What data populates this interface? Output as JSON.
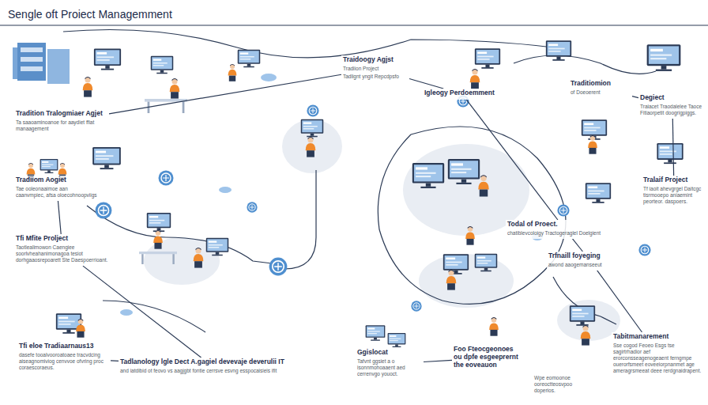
{
  "diagram": {
    "title": "Sengle oft Proiect Managemment",
    "nodes": [
      {
        "text": [
          "Tradition Tralogmiaer Agjet",
          "Ta saaoaminoanoe for aaydiet ffiat manaagement"
        ]
      },
      {
        "text": [
          "Tradiiom Aogiet",
          "Tae ooleonaaimoe aan caanvmpiec, afsa oloecohnoopviigs"
        ]
      },
      {
        "text": [
          "Tfi Mfite Prolject",
          "Taotlealimowon Caengiee soorlvheahanimonagoa tesiot dorhgaaosrepoarett Ste Daespoerrioant."
        ]
      },
      {
        "text": [
          "Tfi eloe Tradiaarnaus13",
          "dasefe tooalvooroatoaee tracvdcing aiseagnomiviog cenvvoe ofvring proc coraescoraeus."
        ]
      },
      {
        "text": [
          "Traidoogy Agjst",
          "Tradiion Project",
          "Tadlignt yngit Repcdpsfo"
        ]
      },
      {
        "text": [
          "Igleogy Perdoemment"
        ]
      },
      {
        "text": [
          "Traditiomion",
          "of Doeoerent"
        ]
      },
      {
        "text": [
          "Degiect",
          "Traiacet Traodalelee Taoce Fitiaorpetit doogrigpiggs."
        ]
      },
      {
        "text": [
          "Tralaif Project",
          "Tf iaoit ahevgrgel Daitcgc tisrmooepo aniaemint peorteor. daspoers."
        ]
      },
      {
        "text": [
          "Todal of Proect.",
          "chatiblevcoloigy Tractogeraglel Doelgient"
        ]
      },
      {
        "text": [
          "Trfnaill foyeging",
          "awond aaogemanseeut"
        ]
      },
      {
        "text": [
          "Tadlanology lgle Dect A.gagiel devevaje deverulii IT",
          "and iatdibid ot feovo vs aagjgbt fontie cerrsve esvng esspocaisieis ifit"
        ]
      },
      {
        "text": [
          "Ggislocat",
          "Tafvnt ggsiet a o isonnmohoaaent aed cerrenvgo youoct."
        ]
      },
      {
        "text": [
          "Foo Fteocgeonoes ou dpfe esgeeprernt the eoveauon"
        ]
      },
      {
        "text": [
          "Tabitmanarement",
          "Sse cogod Feoeo Esgs tse sagirtrhadior aef erorconsseagenogeaent ferngmpe ouerorfsmeet eoveeiorpnanmet age ameragrsmeeat deee rerdgnaidrapent."
        ]
      }
    ],
    "edges": [
      {
        "from": 0,
        "to": 4,
        "arrow": "none"
      },
      {
        "from": 1,
        "to": 2,
        "arrow": "none"
      },
      {
        "from": 2,
        "to": 11,
        "arrow": "none"
      },
      {
        "from": 3,
        "to": 11,
        "arrow": "none"
      },
      {
        "from": 4,
        "to": 5,
        "arrow": "none"
      },
      {
        "from": 5,
        "to": 9,
        "arrow": "none"
      },
      {
        "from": 6,
        "to": 7,
        "arrow": "none"
      },
      {
        "from": 7,
        "to": 8,
        "arrow": "none"
      },
      {
        "from": 9,
        "to": 10,
        "arrow": "none"
      },
      {
        "from": 10,
        "to": 14,
        "arrow": "none"
      },
      {
        "from": 12,
        "to": 13,
        "arrow": "none"
      }
    ],
    "labels": [
      "Wpe eomoonoe ooreoctteosvpoo doperios."
    ]
  }
}
